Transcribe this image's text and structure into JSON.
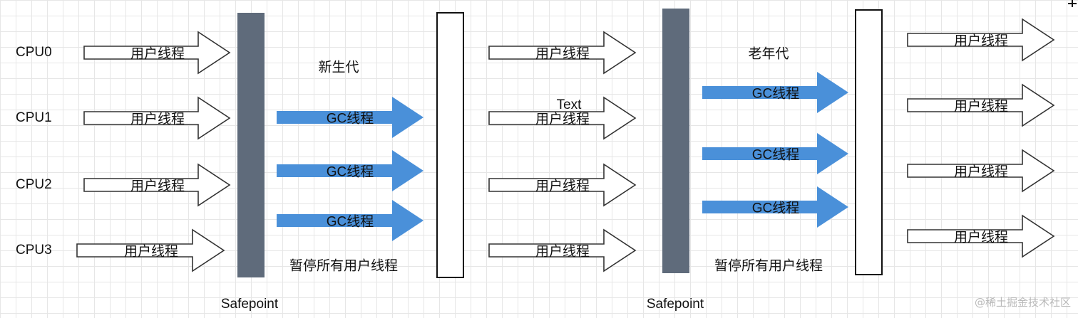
{
  "cpus": [
    "CPU0",
    "CPU1",
    "CPU2",
    "CPU3"
  ],
  "thread_label": "用户线程",
  "gc_label": "GC线程",
  "young_gen_label": "新生代",
  "old_gen_label": "老年代",
  "pause_label": "暂停所有用户线程",
  "safepoint_label": "Safepoint",
  "stray_text": "Text",
  "watermark": "@稀土掘金技术社区",
  "colors": {
    "safepoint_bar": "#5f6b7b",
    "gc_arrow": "#4a90d9",
    "outline": "#333333",
    "grid": "#e6e6e6"
  }
}
